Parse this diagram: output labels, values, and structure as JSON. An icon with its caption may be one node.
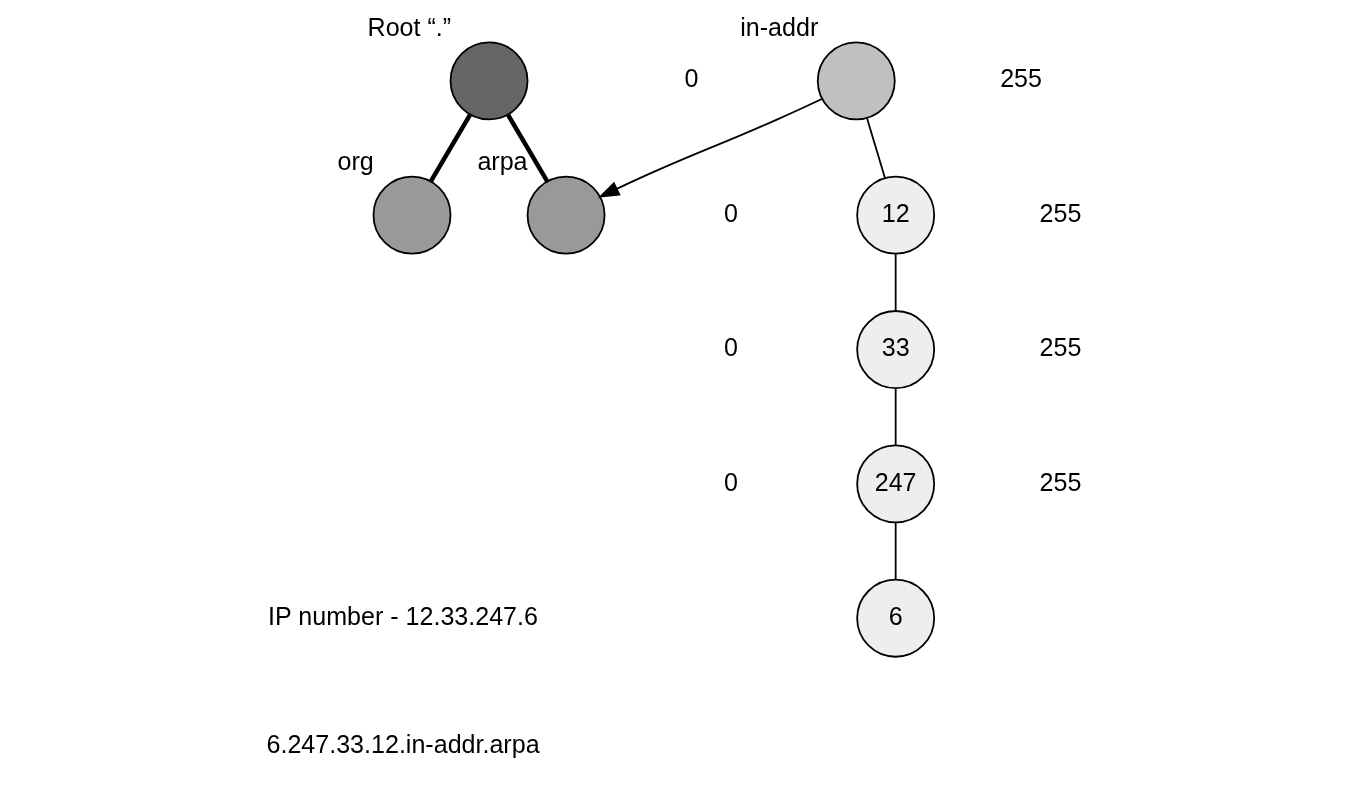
{
  "diagram": {
    "nodes": [
      {
        "text": [],
        "shape": "circle",
        "beside": [
          "Root “.”"
        ]
      },
      {
        "text": [],
        "shape": "circle",
        "beside": [
          "arpa"
        ]
      },
      {
        "text": [],
        "shape": "circle",
        "beside": [
          "org"
        ]
      },
      {
        "text": [],
        "shape": "circle",
        "beside": [
          "in-addr"
        ]
      },
      {
        "text": [
          "12"
        ]
      },
      {
        "text": [
          "33"
        ]
      },
      {
        "text": [
          "247"
        ]
      },
      {
        "text": [
          "6"
        ]
      }
    ],
    "edges": [
      {
        "from": 0,
        "to": 1,
        "arrow": "none",
        "style": "thick"
      },
      {
        "from": 0,
        "to": 2,
        "arrow": "none",
        "style": "thick"
      },
      {
        "from": 3,
        "to": 1,
        "arrow": "to"
      },
      {
        "from": 3,
        "to": 4,
        "arrow": "none"
      },
      {
        "from": 4,
        "to": 5,
        "arrow": "none"
      },
      {
        "from": 5,
        "to": 6,
        "arrow": "none"
      },
      {
        "from": 6,
        "to": 7,
        "arrow": "none"
      }
    ],
    "labels": [
      "0",
      "255",
      "0",
      "255",
      "0",
      "255",
      "0",
      "255",
      "IP number - 12.33.247.6",
      "6.247.33.12.in-addr.arpa"
    ]
  }
}
